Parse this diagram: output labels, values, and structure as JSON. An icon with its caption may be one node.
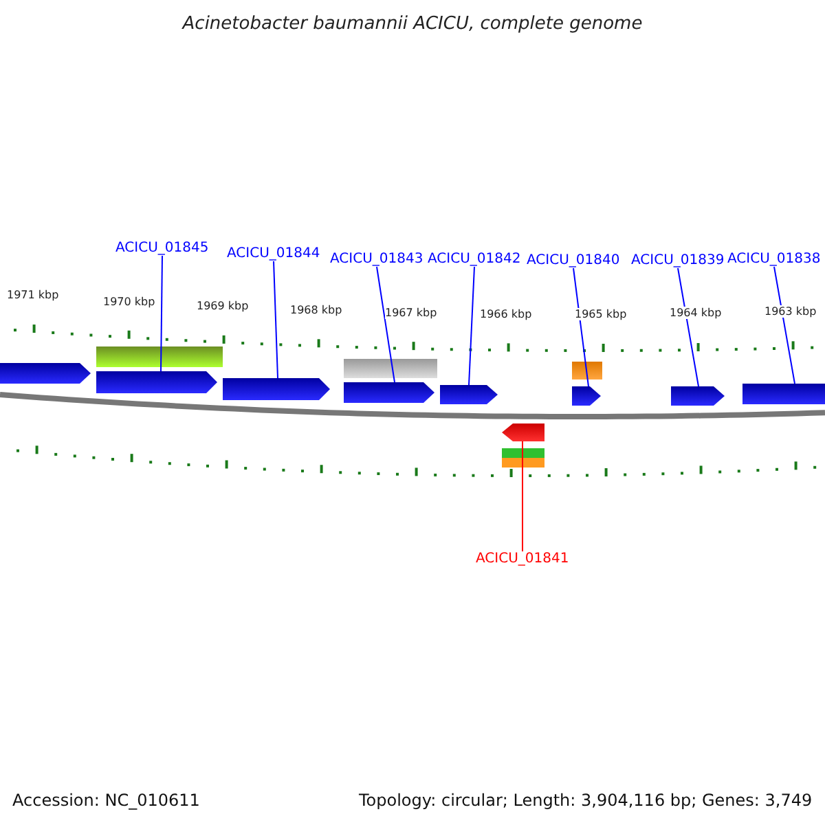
{
  "diagram": {
    "title": "Acinetobacter baumannii ACICU, complete genome",
    "nodes": [
      {
        "text": [
          "ACICU_01845"
        ]
      },
      {
        "text": [
          "ACICU_01844"
        ]
      },
      {
        "text": [
          "ACICU_01843"
        ]
      },
      {
        "text": [
          "ACICU_01842"
        ]
      },
      {
        "text": [
          "ACICU_01840"
        ]
      },
      {
        "text": [
          "ACICU_01839"
        ]
      },
      {
        "text": [
          "ACICU_01838"
        ]
      },
      {
        "text": [],
        "shape": "arrow"
      },
      {
        "text": [],
        "shape": "arrow"
      },
      {
        "text": [],
        "shape": "arrow"
      },
      {
        "text": [],
        "shape": "arrow"
      },
      {
        "text": [],
        "shape": "arrow"
      },
      {
        "text": [],
        "shape": "arrow"
      },
      {
        "text": [],
        "shape": "arrow"
      },
      {
        "text": [],
        "shape": "arrow"
      },
      {
        "text": [],
        "shape": "arrow"
      },
      {
        "text": [
          "ACICU_01841"
        ]
      },
      {
        "text": [],
        "shape": "bar"
      },
      {
        "text": [],
        "shape": "bar"
      },
      {
        "text": [],
        "shape": "bar"
      },
      {
        "text": [],
        "shape": "bar"
      }
    ],
    "edges": [
      {
        "from": 0,
        "to": 8,
        "arrow": "none"
      },
      {
        "from": 1,
        "to": 9,
        "arrow": "none"
      },
      {
        "from": 2,
        "to": 10,
        "arrow": "none"
      },
      {
        "from": 3,
        "to": 11,
        "arrow": "none"
      },
      {
        "from": 4,
        "to": 12,
        "arrow": "none"
      },
      {
        "from": 5,
        "to": 13,
        "arrow": "none"
      },
      {
        "from": 6,
        "to": 14,
        "arrow": "none"
      },
      {
        "from": 16,
        "to": 15,
        "arrow": "none",
        "color": "#ff0000"
      }
    ],
    "labels": [
      "1971 kbp",
      "1970 kbp",
      "1969 kbp",
      "1968 kbp",
      "1967 kbp",
      "1966 kbp",
      "1965 kbp",
      "1964 kbp",
      "1963 kbp",
      "Accession: NC_010611",
      "Topology: circular; Length: 3,904,116 bp; Genes: 3,749"
    ]
  }
}
